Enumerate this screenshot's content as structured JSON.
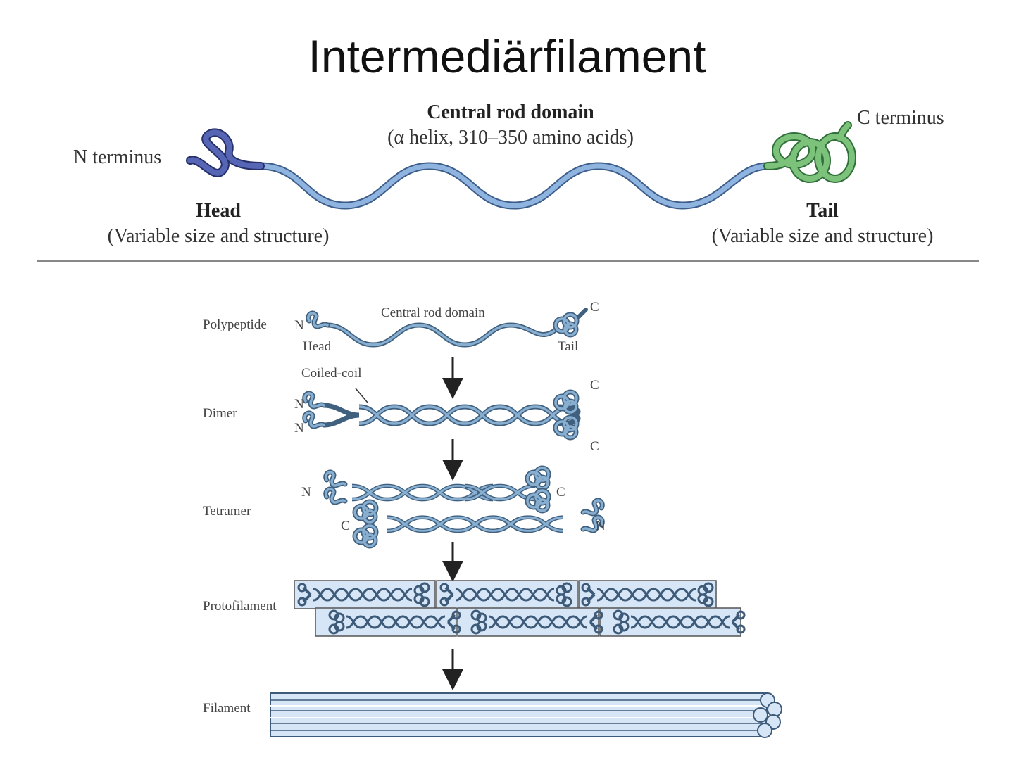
{
  "title": "Intermediärfilament",
  "top": {
    "central_rod_title": "Central rod domain",
    "central_rod_sub": "(α helix, 310–350 amino acids)",
    "n_terminus": "N terminus",
    "c_terminus": "C terminus",
    "head": "Head",
    "head_sub": "(Variable size and structure)",
    "tail": "Tail",
    "tail_sub": "(Variable size and structure)"
  },
  "colors": {
    "head": "#4a5aa8",
    "rod": "#8fb4e0",
    "tail": "#77bb77",
    "divider": "#888888",
    "assembly_line": "#5a7ea6",
    "box_fill": "#d6e6f6"
  },
  "assembly": {
    "stages": [
      "Polypeptide",
      "Dimer",
      "Tetramer",
      "Protofilament",
      "Filament"
    ],
    "central_rod": "Central rod domain",
    "head": "Head",
    "tail": "Tail",
    "coiled_coil": "Coiled-coil",
    "n": "N",
    "c": "C"
  }
}
